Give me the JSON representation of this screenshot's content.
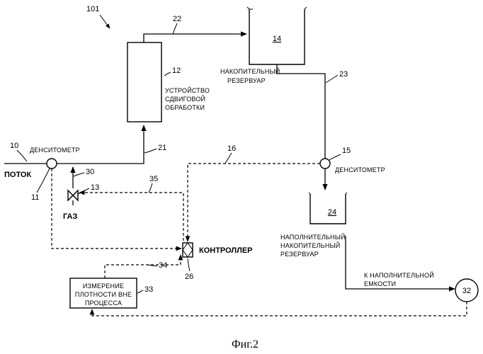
{
  "figure_ref": "101",
  "caption": "Фиг.2",
  "labels": {
    "flow": "ПОТОК",
    "gas": "ГАЗ",
    "densitometer_1": "ДЕНСИТОМЕТР",
    "densitometer_2": "ДЕНСИТОМЕТР",
    "shear_device": [
      "УСТРОЙСТВО",
      "СДВИГОВОЙ",
      "ОБРАБОТКИ"
    ],
    "storage_tank": [
      "НАКОПИТЕЛЬНЫЙ",
      "РЕЗЕРВУАР"
    ],
    "fill_tank": [
      "НАПОЛНИТЕЛЬНЫЙ",
      "НАКОПИТЕЛЬНЫЙ",
      "РЕЗЕРВУАР"
    ],
    "to_fill": [
      "К НАПОЛНИТЕЛЬНОЙ",
      "ЕМКОСТИ"
    ],
    "controller": "КОНТРОЛЛЕР",
    "offline": [
      "ИЗМЕРЕНИЕ",
      "ПЛОТНОСТИ ВНЕ",
      "ПРОЦЕССА"
    ]
  },
  "refs": {
    "r10": "10",
    "r11": "11",
    "r12": "12",
    "r13": "13",
    "r14": "14",
    "r15": "15",
    "r16": "16",
    "r21": "21",
    "r22": "22",
    "r23": "23",
    "r24": "24",
    "r26": "26",
    "r30": "30",
    "r32": "32",
    "r33": "33",
    "r34": "34",
    "r35": "35"
  }
}
